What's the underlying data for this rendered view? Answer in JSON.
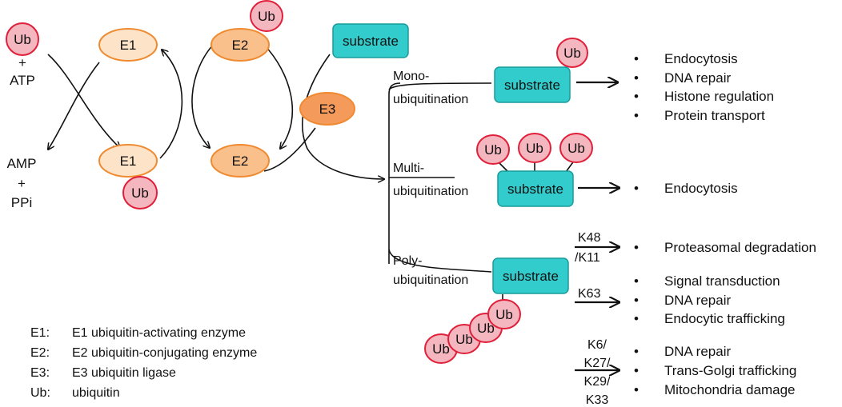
{
  "colors": {
    "ub_fill": "#f4b6bf",
    "ub_stroke": "#e0203a",
    "e_light_fill": "#fde4c8",
    "e_mid_fill": "#f9c08c",
    "e_dark_fill": "#f49a5a",
    "e_stroke": "#f08a30",
    "substrate_fill": "#33cccc",
    "substrate_stroke": "#1a9b9b"
  },
  "nodes": {
    "ub": "Ub",
    "e1": "E1",
    "e2": "E2",
    "e3": "E3",
    "substrate": "substrate"
  },
  "inputs": {
    "plus": "+",
    "atp": "ATP",
    "amp": "AMP",
    "ppi": "PPi"
  },
  "branches": {
    "mono": {
      "line1": "Mono-",
      "line2": "ubiquitination"
    },
    "multi": {
      "line1": "Multi-",
      "line2": "ubiquitination"
    },
    "poly": {
      "line1": "Poly-",
      "line2": "ubiquitination"
    }
  },
  "linkages": {
    "k48_line1": "K48",
    "k48_line2": "/K11",
    "k63": "K63",
    "k6_line1": "K6/",
    "k6_line2": "K27/",
    "k6_line3": "K29/",
    "k6_line4": "K33"
  },
  "bullet": "•",
  "outcomes": {
    "mono": [
      "Endocytosis",
      "DNA repair",
      "Histone regulation",
      "Protein transport"
    ],
    "multi": [
      "Endocytosis"
    ],
    "k48": [
      "Proteasomal degradation"
    ],
    "k63": [
      "Signal transduction",
      "DNA repair",
      "Endocytic trafficking"
    ],
    "k6": [
      "DNA repair",
      "Trans-Golgi trafficking",
      "Mitochondria damage"
    ]
  },
  "legend": [
    {
      "key": "E1:",
      "desc": "E1 ubiquitin-activating enzyme"
    },
    {
      "key": "E2:",
      "desc": "E2 ubiquitin-conjugating enzyme"
    },
    {
      "key": "E3:",
      "desc": "E3 ubiquitin ligase"
    },
    {
      "key": "Ub:",
      "desc": "ubiquitin"
    }
  ]
}
